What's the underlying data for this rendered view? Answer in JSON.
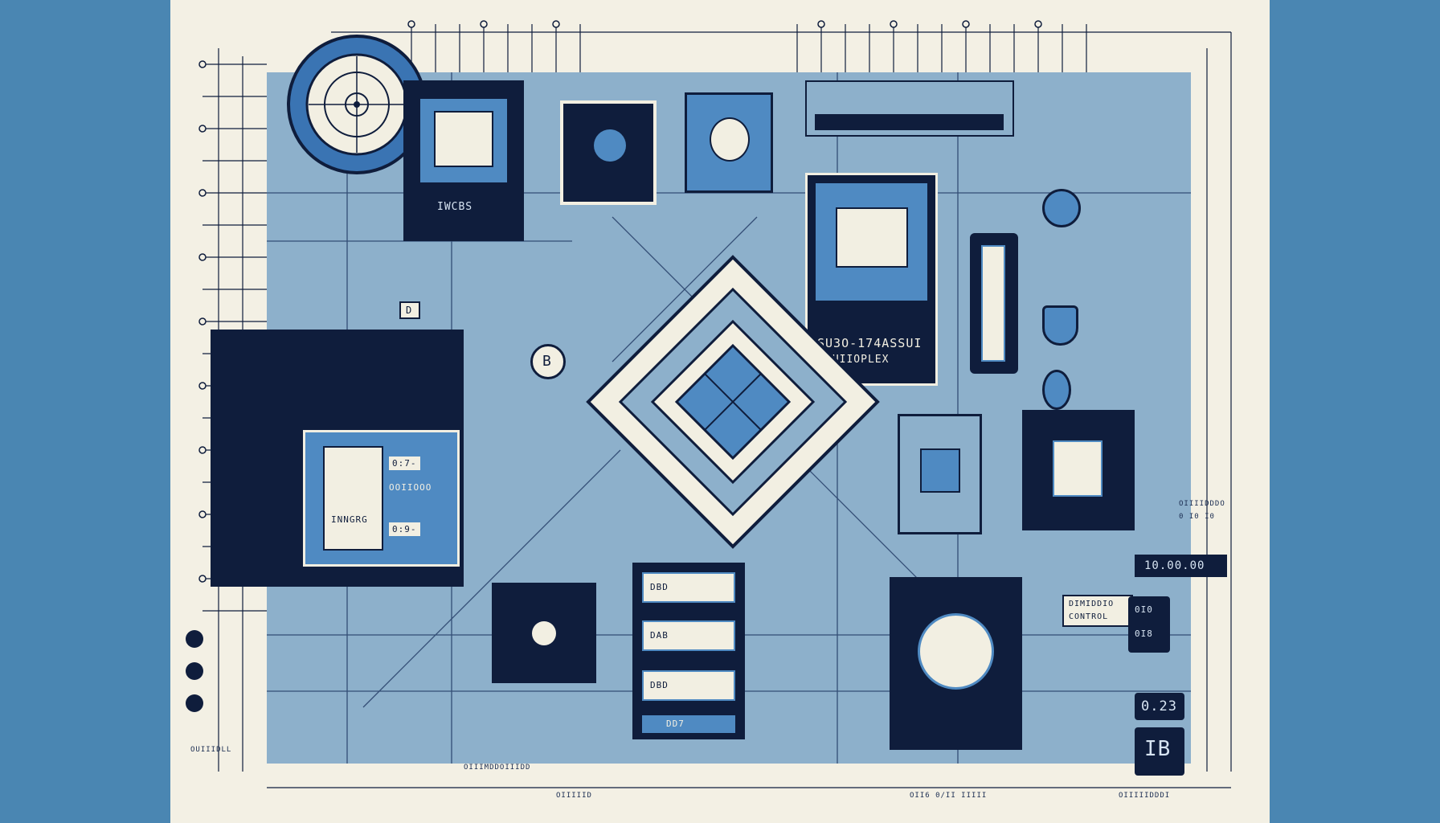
{
  "chips": {
    "top_chip_label": "IWCBS",
    "big_chip_line1": "SU3O-174ASSUI",
    "big_chip_line2": "QUIIOPLEX",
    "left_panel_row1": "0:7-",
    "left_panel_row2": "OOIIOOO",
    "left_panel_row3": "INNGRG",
    "left_panel_row4": "0:9-",
    "module_row1": "DBD",
    "module_row2": "DAB",
    "module_row3": "DBD",
    "module_bottom": "DD7",
    "b_badge": "B",
    "d_badge": "D"
  },
  "readouts": {
    "display1": "10.00.00",
    "display2": "0.23",
    "display3": "IB",
    "display4_line1": "0I0",
    "display4_line2": "0I8",
    "info_box_line1": "DIMIDDIO",
    "info_box_line2": "CONTROL"
  },
  "small_labels": {
    "bottom_left_label": "OUIIIDLL",
    "bottom_center_label": "OIIIMDDOIIIDD",
    "bottom_right_label": "OIIIIIDDDI",
    "bottom_mid_label": "OIIIIID",
    "right_col_label": "OIIIIDDDO",
    "right_col_value": "0 I0 I0",
    "bottom_codes": "OII6  0/II  IIIII"
  },
  "colors": {
    "background_blue": "#4a86b2",
    "paper": "#f3f0e4",
    "board": "#8db0cb",
    "navy": "#0f1d3c",
    "accent_blue": "#4f8ac2"
  }
}
